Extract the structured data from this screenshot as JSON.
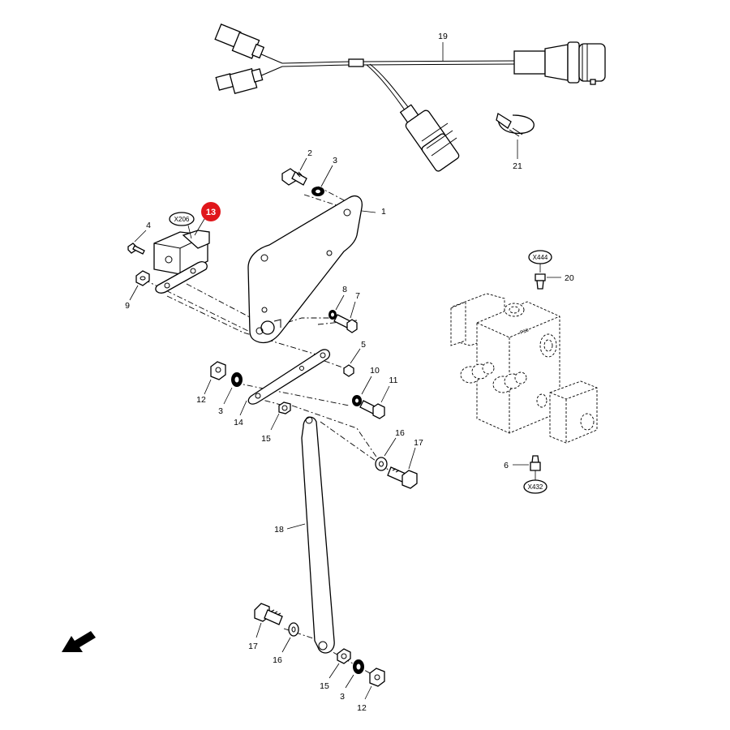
{
  "diagram": {
    "highlight": {
      "label": "13",
      "color": "#e0161b"
    },
    "callouts": {
      "c1": "1",
      "c2": "2",
      "c3a": "3",
      "c3b": "3",
      "c3c": "3",
      "c4": "4",
      "c5": "5",
      "c6": "6",
      "c7": "7",
      "c8": "8",
      "c9": "9",
      "c10": "10",
      "c11": "11",
      "c12a": "12",
      "c12b": "12",
      "c14": "14",
      "c15a": "15",
      "c15b": "15",
      "c16a": "16",
      "c16b": "16",
      "c17a": "17",
      "c17b": "17",
      "c18": "18",
      "c19": "19",
      "c20": "20",
      "c21": "21"
    },
    "connector_refs": {
      "x206": "X206",
      "x444": "X444",
      "x432": "X432"
    },
    "valve_marking": "P18",
    "icons": [
      "direction-arrow-icon",
      "callout-circle-icon"
    ]
  }
}
